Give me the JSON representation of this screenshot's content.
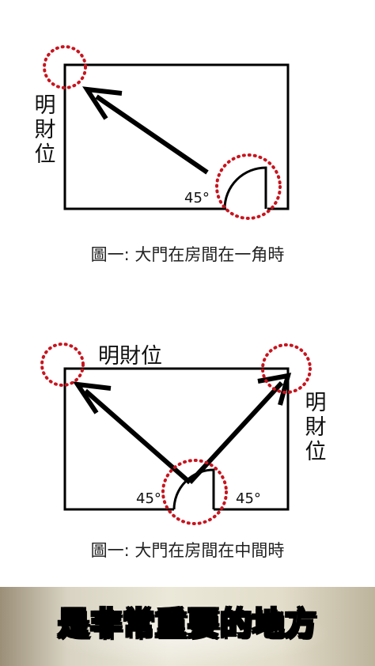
{
  "diagram1": {
    "wealth_label": "明財位",
    "angle_label": "45°",
    "caption": "圖一: 大門在房間在一角時"
  },
  "diagram2": {
    "wealth_label_top": "明財位",
    "wealth_label_side": "明財位",
    "angle_left": "45°",
    "angle_right": "45°",
    "caption": "圖一: 大門在房間在中間時"
  },
  "subtitle": "是非常重要的地方",
  "colors": {
    "outline": "#000000",
    "marker_dots": "#c8141e"
  }
}
